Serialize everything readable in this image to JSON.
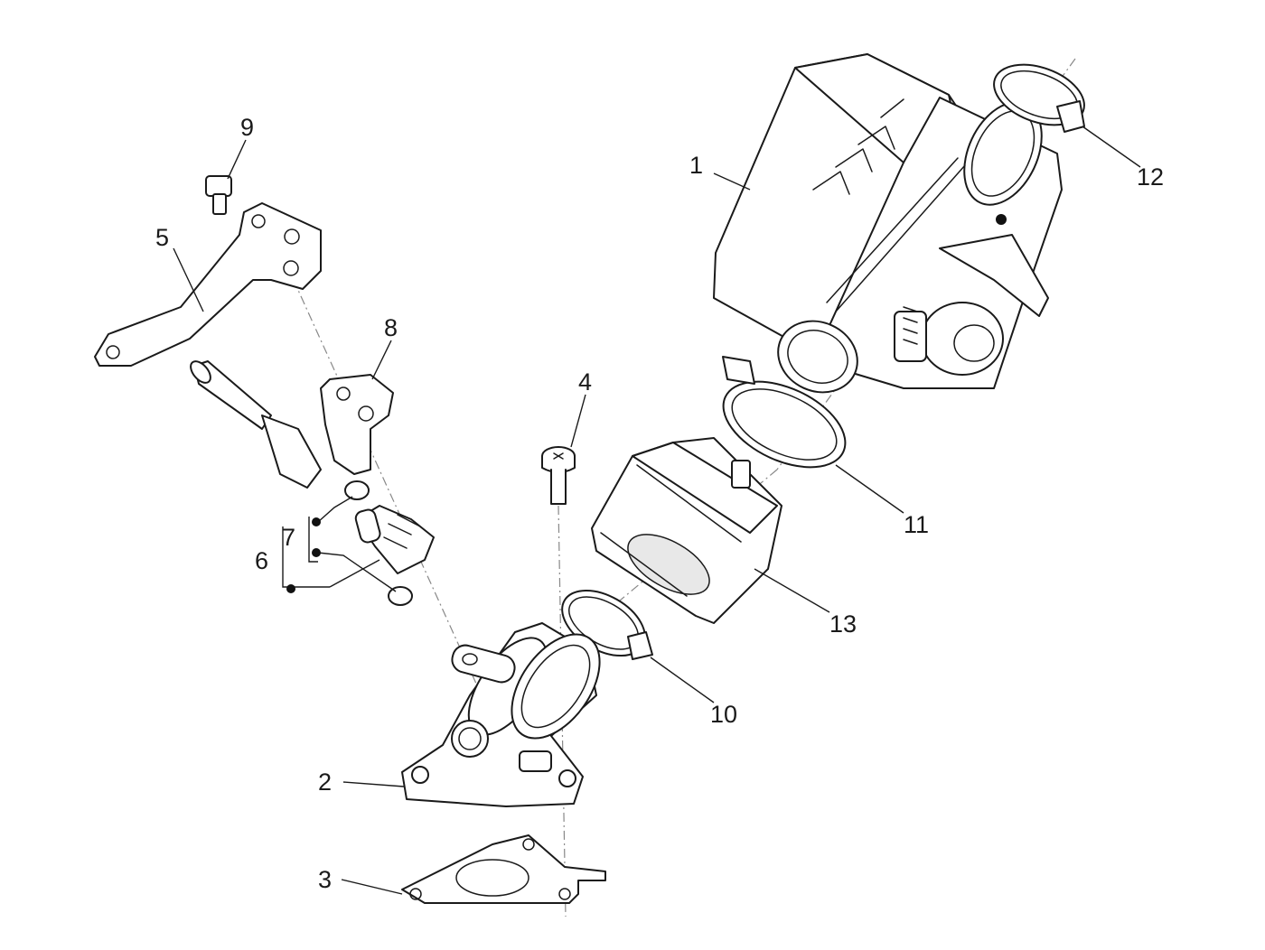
{
  "callouts": {
    "c1": "1",
    "c2": "2",
    "c3": "3",
    "c4": "4",
    "c5": "5",
    "c6": "6",
    "c7": "7",
    "c8": "8",
    "c9": "9",
    "c10": "10",
    "c11": "11",
    "c12": "12",
    "c13": "13"
  },
  "colors": {
    "line": "#1a1a1a",
    "axis": "#888888",
    "background": "#ffffff"
  }
}
